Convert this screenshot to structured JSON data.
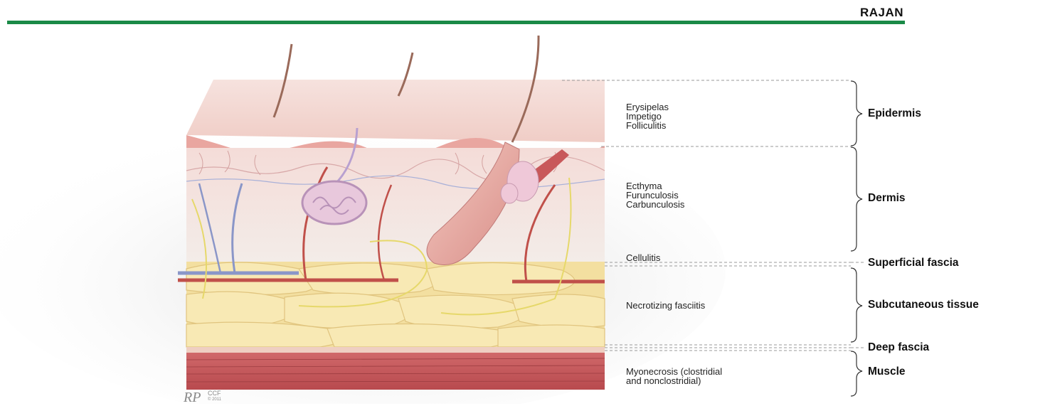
{
  "header": {
    "name": "RAJAN",
    "rule_color": "#1a8a47"
  },
  "conditions": {
    "epidermis": [
      "Erysipelas",
      "Impetigo",
      "Folliculitis"
    ],
    "dermis": [
      "Ecthyma",
      "Furunculosis",
      "Carbunculosis"
    ],
    "superficial_fascia": [
      "Cellulitis"
    ],
    "subcutaneous": [
      "Necrotizing fasciitis"
    ],
    "muscle": [
      "Myonecrosis (clostridial",
      "and nonclostridial)"
    ]
  },
  "layers": {
    "epidermis": "Epidermis",
    "dermis": "Dermis",
    "superficial_fascia": "Superficial fascia",
    "subcutaneous": "Subcutaneous tissue",
    "deep_fascia": "Deep fascia",
    "muscle": "Muscle"
  },
  "credit": {
    "initials": "RP",
    "org": "CCF",
    "year": "© 2011"
  },
  "colors": {
    "skin": "#f2d4ce",
    "fat": "#f6e4a8",
    "muscle": "#c8585a",
    "artery": "#c0504a",
    "vein": "#8a96c8",
    "nerve": "#e6d86a"
  }
}
